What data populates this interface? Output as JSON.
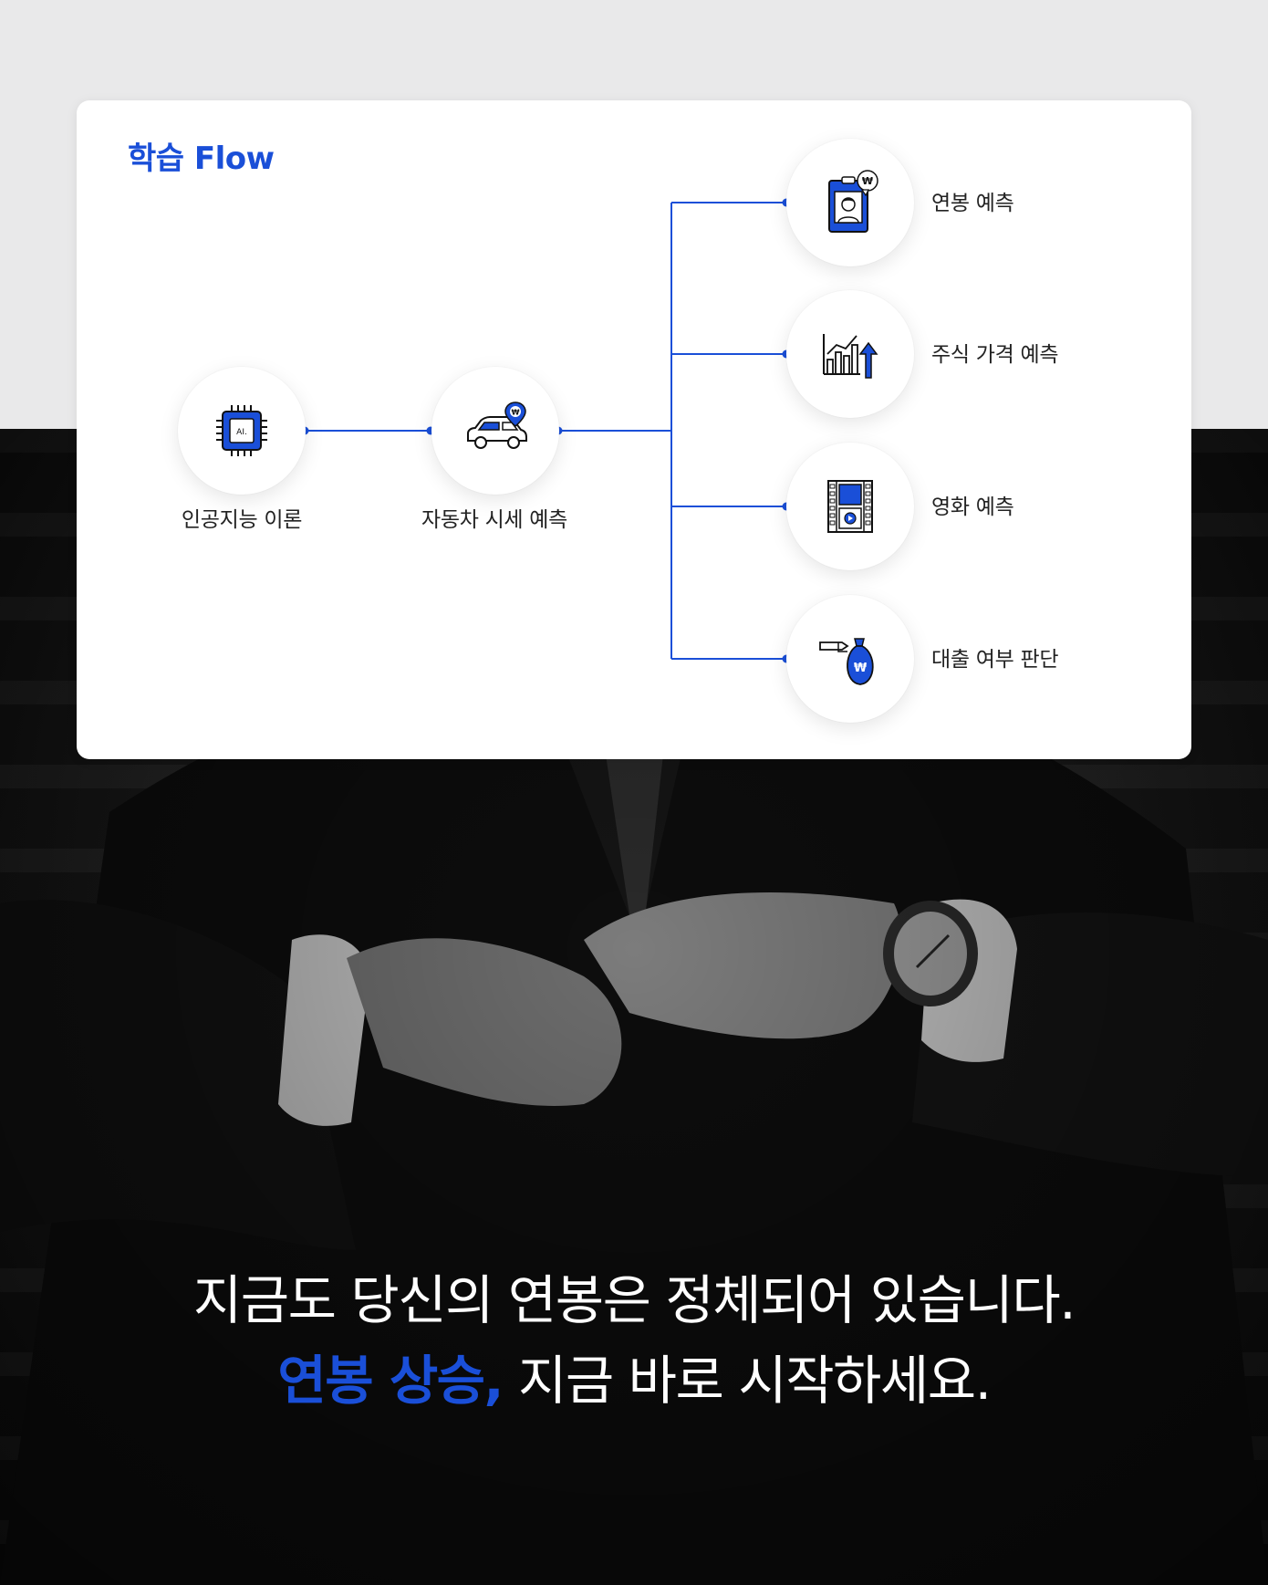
{
  "card": {
    "title": "학습 Flow"
  },
  "flow": {
    "root": {
      "label": "인공지능 이론",
      "icon": "ai-chip-icon",
      "chip_text": "AI."
    },
    "middle": {
      "label": "자동차 시세 예측",
      "icon": "car-price-icon"
    },
    "branches": [
      {
        "label": "연봉 예측",
        "icon": "salary-id-card-icon"
      },
      {
        "label": "주식 가격 예측",
        "icon": "stock-growth-chart-icon"
      },
      {
        "label": "영화 예측",
        "icon": "film-strip-icon"
      },
      {
        "label": "대출 여부 판단",
        "icon": "money-bag-hand-icon"
      }
    ]
  },
  "bottom": {
    "line1": "지금도 당신의 연봉은 정체되어 있습니다.",
    "line2_accent": "연봉 상승,",
    "line2_rest": " 지금 바로 시작하세요."
  },
  "colors": {
    "accent": "#1a4fd8",
    "card_bg": "#ffffff",
    "page_bg": "#e9e9ea",
    "text_dark": "#222222"
  }
}
